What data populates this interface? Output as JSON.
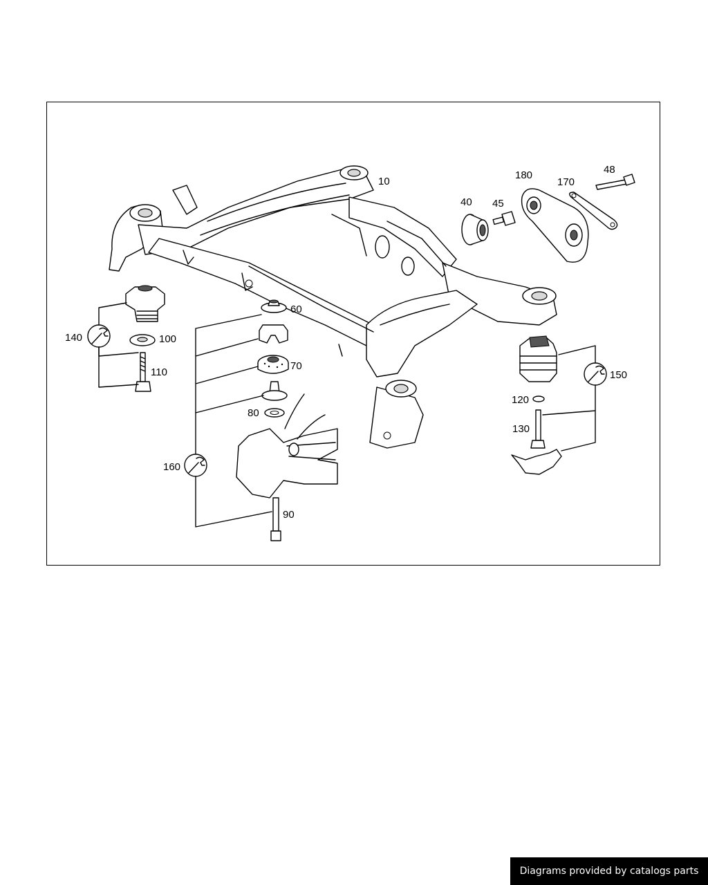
{
  "part_labels": {
    "p10": "10",
    "p40": "40",
    "p45": "45",
    "p48": "48",
    "p60": "60",
    "p70": "70",
    "p80": "80",
    "p90": "90",
    "p100": "100",
    "p110": "110",
    "p120": "120",
    "p130": "130",
    "p140": "140",
    "p150": "150",
    "p160": "160",
    "p170": "170",
    "p180": "180"
  },
  "icons": {
    "tool_symbol": "wrench-icon"
  },
  "banner": {
    "text": "Diagrams provided by catalogs parts"
  }
}
